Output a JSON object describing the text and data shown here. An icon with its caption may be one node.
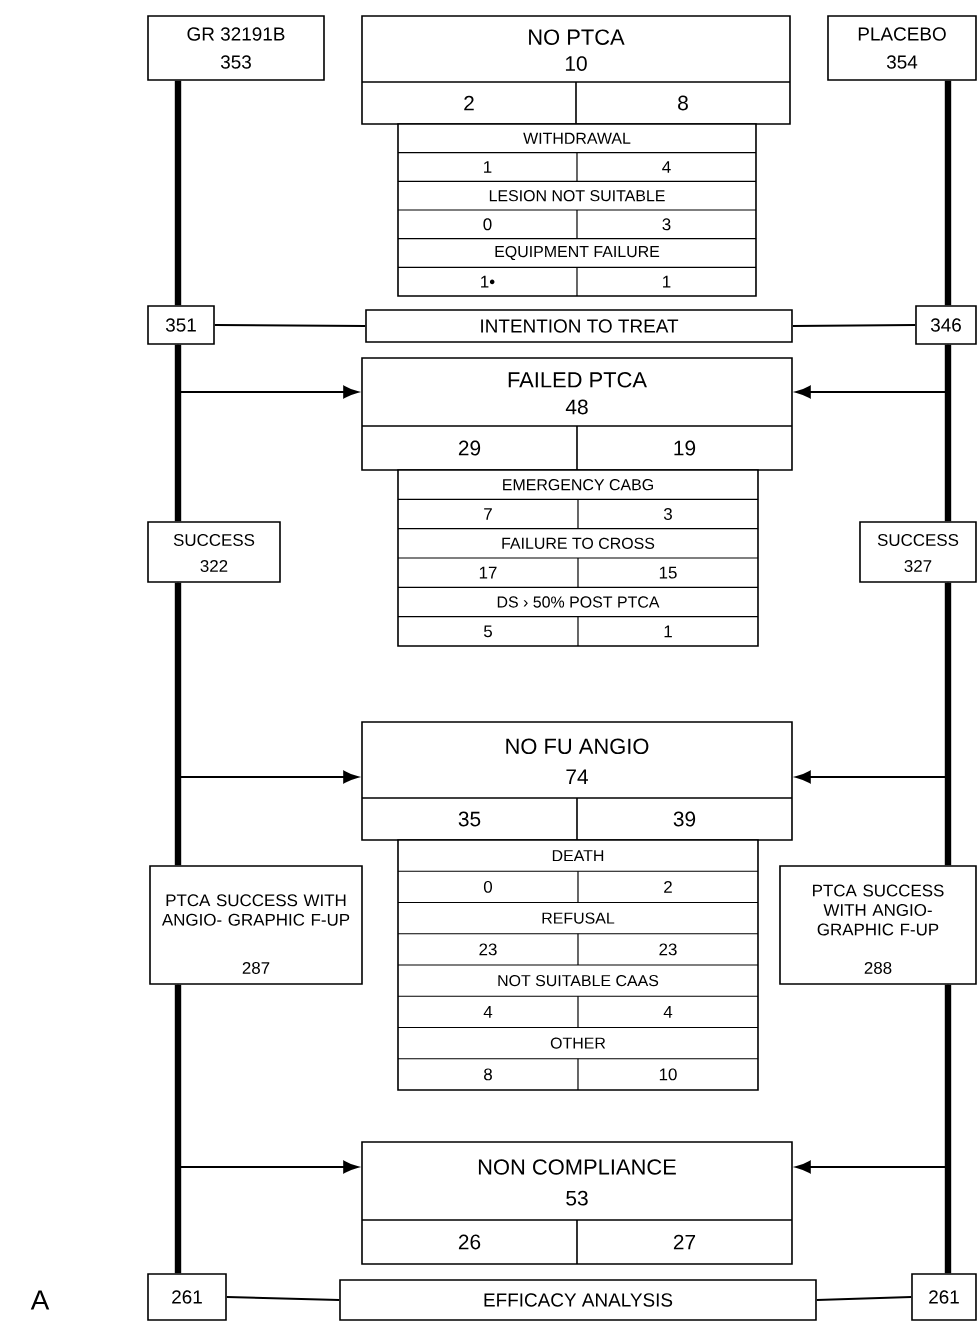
{
  "diagram": {
    "nodes": [
      {
        "text": [
          "GR 32191B",
          "353"
        ]
      },
      {
        "text": [
          "NO  PTCA",
          "10",
          "2",
          "8"
        ]
      },
      {
        "text": [
          "PLACEBO",
          "354"
        ]
      },
      {
        "text": [
          "351"
        ]
      },
      {
        "text": [
          "INTENTION TO TREAT"
        ]
      },
      {
        "text": [
          "346"
        ]
      },
      {
        "text": [
          "WITHDRAWAL",
          "1",
          "4",
          "LESION NOT SUITABLE",
          "0",
          "3",
          "EQUIPMENT FAILURE",
          "1•",
          "1"
        ]
      },
      {
        "text": [
          "FAILED PTCA",
          "48",
          "29",
          "19"
        ]
      },
      {
        "text": [
          "EMERGENCY CABG",
          "7",
          "3",
          "FAILURE TO CROSS",
          "17",
          "15",
          "DS  › 50%   POST PTCA",
          "5",
          "1"
        ]
      },
      {
        "text": [
          "SUCCESS",
          "322"
        ]
      },
      {
        "text": [
          "SUCCESS",
          "327"
        ]
      },
      {
        "text": [
          "NO FU ANGIO",
          "74",
          "35",
          "39"
        ]
      },
      {
        "text": [
          "DEATH",
          "0",
          "2",
          "REFUSAL",
          "23",
          "23",
          "NOT SUITABLE CAAS",
          "4",
          "4",
          "OTHER",
          "8",
          "10"
        ]
      },
      {
        "text": [
          "PTCA SUCCESS WITH ANGIO- GRAPHIC F-UP",
          "287"
        ]
      },
      {
        "text": [
          "PTCA SUCCESS WITH ANGIO- GRAPHIC F-UP",
          "288"
        ]
      },
      {
        "text": [
          "NON COMPLIANCE",
          "53",
          "26",
          "27"
        ]
      },
      {
        "text": [
          "261"
        ]
      },
      {
        "text": [
          "EFFICACY ANALYSIS"
        ]
      },
      {
        "text": [
          "261"
        ]
      }
    ],
    "edges": [
      {
        "from": 0,
        "to": 3,
        "arrow": "none",
        "style": "thick"
      },
      {
        "from": 3,
        "to": 4,
        "arrow": "none"
      },
      {
        "from": 4,
        "to": 5,
        "arrow": "none"
      },
      {
        "from": 2,
        "to": 5,
        "arrow": "none",
        "style": "thick"
      },
      {
        "from": 3,
        "to": 9,
        "arrow": "none",
        "style": "thick"
      },
      {
        "from": 3,
        "to": 7,
        "arrow": "to"
      },
      {
        "from": 5,
        "to": 10,
        "arrow": "none",
        "style": "thick"
      },
      {
        "from": 5,
        "to": 7,
        "arrow": "to"
      },
      {
        "from": 9,
        "to": 13,
        "arrow": "none",
        "style": "thick"
      },
      {
        "from": 9,
        "to": 11,
        "arrow": "to"
      },
      {
        "from": 10,
        "to": 14,
        "arrow": "none",
        "style": "thick"
      },
      {
        "from": 10,
        "to": 11,
        "arrow": "to"
      },
      {
        "from": 13,
        "to": 15,
        "arrow": "to"
      },
      {
        "from": 13,
        "to": 16,
        "arrow": "none",
        "style": "thick"
      },
      {
        "from": 14,
        "to": 15,
        "arrow": "to"
      },
      {
        "from": 14,
        "to": 18,
        "arrow": "none",
        "style": "thick"
      },
      {
        "from": 16,
        "to": 17,
        "arrow": "none"
      },
      {
        "from": 17,
        "to": 18,
        "arrow": "none"
      }
    ],
    "labels": [
      "A"
    ]
  }
}
